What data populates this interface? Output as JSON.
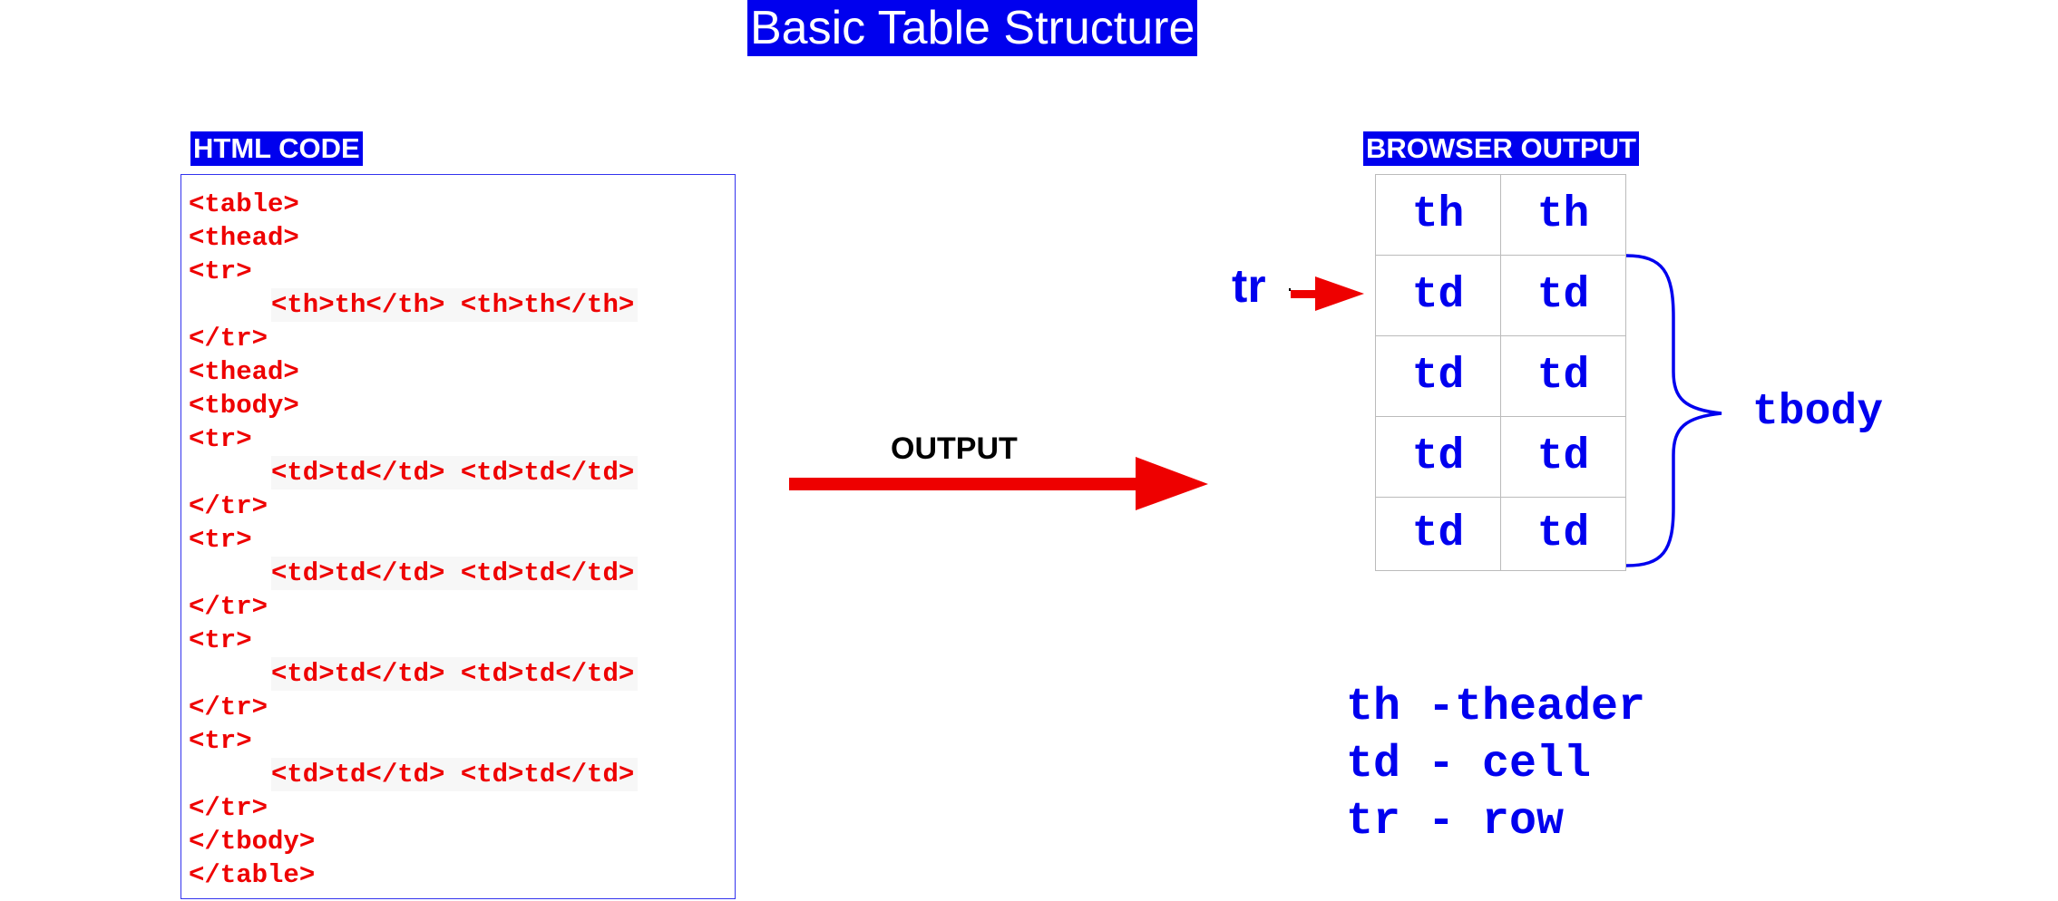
{
  "title": "Basic Table Structure",
  "html_code_label": "HTML CODE",
  "browser_output_label": "BROWSER OUTPUT",
  "code_lines": [
    {
      "text": "<table>",
      "indent": false
    },
    {
      "text": "<thead>",
      "indent": false
    },
    {
      "text": "<tr>",
      "indent": false
    },
    {
      "text": "<th>th</th> <th>th</th>",
      "indent": true
    },
    {
      "text": "</tr>",
      "indent": false
    },
    {
      "text": "<thead>",
      "indent": false
    },
    {
      "text": "<tbody>",
      "indent": false
    },
    {
      "text": "<tr>",
      "indent": false
    },
    {
      "text": "<td>td</td> <td>td</td>",
      "indent": true
    },
    {
      "text": "</tr>",
      "indent": false
    },
    {
      "text": "<tr>",
      "indent": false
    },
    {
      "text": "<td>td</td> <td>td</td>",
      "indent": true
    },
    {
      "text": "</tr>",
      "indent": false
    },
    {
      "text": "<tr>",
      "indent": false
    },
    {
      "text": "<td>td</td> <td>td</td>",
      "indent": true
    },
    {
      "text": "</tr>",
      "indent": false
    },
    {
      "text": "<tr>",
      "indent": false
    },
    {
      "text": "<td>td</td> <td>td</td>",
      "indent": true
    },
    {
      "text": "</tr>",
      "indent": false
    },
    {
      "text": "</tbody>",
      "indent": false
    },
    {
      "text": "</table>",
      "indent": false
    }
  ],
  "output_arrow_label": "OUTPUT",
  "output_table": {
    "header": [
      "th",
      "th"
    ],
    "rows": [
      [
        "td",
        "td"
      ],
      [
        "td",
        "td"
      ],
      [
        "td",
        "td"
      ],
      [
        "td",
        "td"
      ]
    ]
  },
  "tr_label": "tr",
  "tbody_label": "tbody",
  "legend": [
    "th -theader",
    "td - cell",
    "tr - row"
  ],
  "colors": {
    "blue": "#0000ee",
    "red": "#ee0000",
    "code_border": "#3333ee",
    "cell_border": "#bbbbbb"
  }
}
